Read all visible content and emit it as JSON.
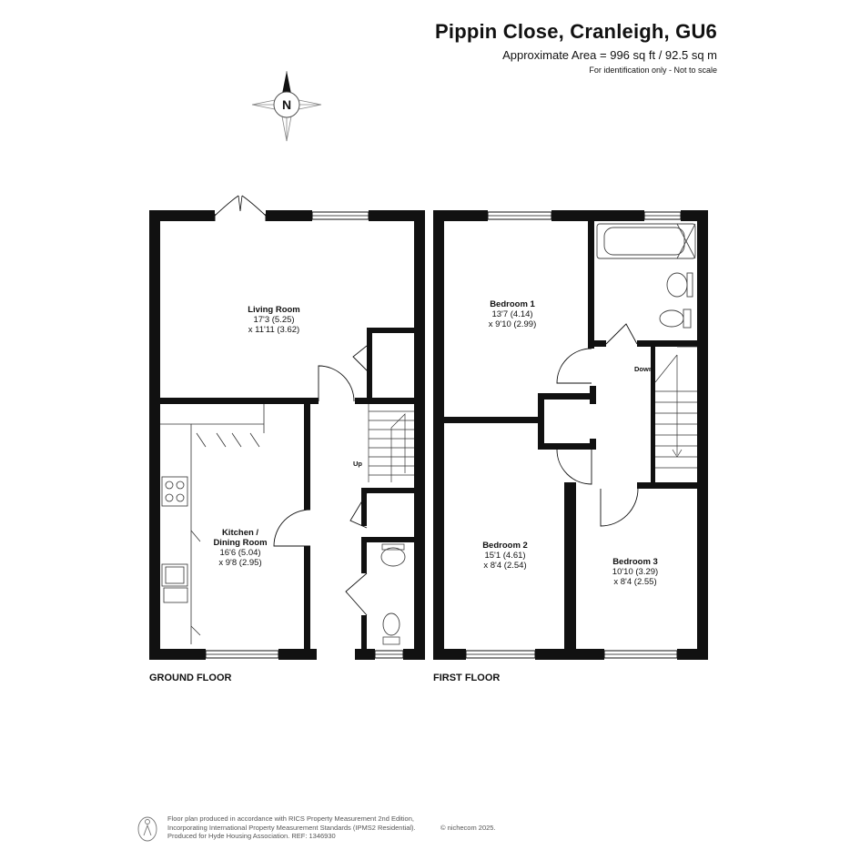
{
  "header": {
    "title": "Pippin Close, Cranleigh, GU6",
    "area": "Approximate Area = 996 sq ft / 92.5 sq m",
    "note": "For identification only - Not to scale"
  },
  "compass": {
    "label": "N"
  },
  "floors": {
    "ground": {
      "label": "GROUND FLOOR",
      "rooms": {
        "living": {
          "name": "Living Room",
          "dim1": "17'3 (5.25)",
          "dim2": "x 11'11 (3.62)"
        },
        "kitchen": {
          "name1": "Kitchen /",
          "name2": "Dining Room",
          "dim1": "16'6 (5.04)",
          "dim2": "x 9'8 (2.95)"
        }
      },
      "stairs_label": "Up"
    },
    "first": {
      "label": "FIRST FLOOR",
      "rooms": {
        "bed1": {
          "name": "Bedroom 1",
          "dim1": "13'7 (4.14)",
          "dim2": "x 9'10 (2.99)"
        },
        "bed2": {
          "name": "Bedroom 2",
          "dim1": "15'1 (4.61)",
          "dim2": "x 8'4 (2.54)"
        },
        "bed3": {
          "name": "Bedroom 3",
          "dim1": "10'10 (3.29)",
          "dim2": "x 8'4 (2.55)"
        }
      },
      "stairs_label": "Down"
    }
  },
  "footer": {
    "line1": "Floor plan produced in accordance with RICS Property Measurement 2nd Edition,",
    "line2": "Incorporating International Property Measurement Standards (IPMS2 Residential).",
    "line3": "Produced for Hyde Housing Association.  REF: 1346930",
    "copyright": "© nichecom 2025."
  },
  "colors": {
    "wall": "#111111",
    "fixture": "#444444",
    "text": "#111111"
  }
}
